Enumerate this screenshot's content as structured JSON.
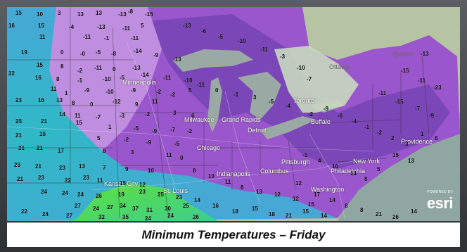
{
  "caption": "Minimum Temperatures – Friday",
  "logo": {
    "powered_by": "POWERED BY",
    "name": "esri"
  },
  "colors": {
    "water": "#8fa7a0",
    "canada_land": "#b9c7a6",
    "very_cold": "#7a4fb8",
    "cold": "#a35ad0",
    "cool": "#c893e6",
    "mild": "#2bc2c9",
    "warm": "#5fd63a",
    "lake": "#9aa9a3"
  },
  "cities": [
    {
      "name": "Ottawa"
    },
    {
      "name": "Toronto"
    },
    {
      "name": "Buffalo"
    },
    {
      "name": "Minneapolis"
    },
    {
      "name": "Milwaukee"
    },
    {
      "name": "Grand Rapids"
    },
    {
      "name": "Detroit"
    },
    {
      "name": "Chicago"
    },
    {
      "name": "Indianapolis"
    },
    {
      "name": "Columbus"
    },
    {
      "name": "Pittsburgh"
    },
    {
      "name": "New York"
    },
    {
      "name": "Philadelphia"
    },
    {
      "name": "Washington"
    },
    {
      "name": "Kansas City"
    },
    {
      "name": "St. Louis"
    },
    {
      "name": "Providence"
    },
    {
      "name": "Quebec"
    }
  ],
  "temps": [
    {
      "v": "15"
    },
    {
      "v": "10"
    },
    {
      "v": "3"
    },
    {
      "v": "13"
    },
    {
      "v": "13"
    },
    {
      "v": "-13"
    },
    {
      "v": "-8"
    },
    {
      "v": "-15"
    },
    {
      "v": "16"
    },
    {
      "v": "15"
    },
    {
      "v": "-4"
    },
    {
      "v": "-13"
    },
    {
      "v": "-11"
    },
    {
      "v": "5"
    },
    {
      "v": "11"
    },
    {
      "v": "-11"
    },
    {
      "v": "-1"
    },
    {
      "v": "-11"
    },
    {
      "v": "19"
    },
    {
      "v": "0"
    },
    {
      "v": "-0"
    },
    {
      "v": "-5"
    },
    {
      "v": "-8"
    },
    {
      "v": "-14"
    },
    {
      "v": "-9"
    },
    {
      "v": "-13"
    },
    {
      "v": "15"
    },
    {
      "v": "8"
    },
    {
      "v": "-2"
    },
    {
      "v": "-11"
    },
    {
      "v": "0"
    },
    {
      "v": "-13"
    },
    {
      "v": "22"
    },
    {
      "v": "16"
    },
    {
      "v": "8"
    },
    {
      "v": "-1"
    },
    {
      "v": "-10"
    },
    {
      "v": "-5"
    },
    {
      "v": "-14"
    },
    {
      "v": "-11"
    },
    {
      "v": "-10"
    },
    {
      "v": "11"
    },
    {
      "v": "1"
    },
    {
      "v": "-9"
    },
    {
      "v": "-10"
    },
    {
      "v": "-9"
    },
    {
      "v": "-2"
    },
    {
      "v": "-2"
    },
    {
      "v": "5"
    },
    {
      "v": "23"
    },
    {
      "v": "16"
    },
    {
      "v": "13"
    },
    {
      "v": "8"
    },
    {
      "v": "0"
    },
    {
      "v": "-12"
    },
    {
      "v": "9"
    },
    {
      "v": "11"
    },
    {
      "v": "14"
    },
    {
      "v": "11"
    },
    {
      "v": "-7"
    },
    {
      "v": "-3"
    },
    {
      "v": "-2"
    },
    {
      "v": "3"
    },
    {
      "v": "6"
    },
    {
      "v": "25"
    },
    {
      "v": "21"
    },
    {
      "v": "15"
    },
    {
      "v": "1"
    },
    {
      "v": "-5"
    },
    {
      "v": "-9"
    },
    {
      "v": "-7"
    },
    {
      "v": "-2"
    },
    {
      "v": "21"
    },
    {
      "v": "15"
    },
    {
      "v": "5"
    },
    {
      "v": "-2"
    },
    {
      "v": "-9"
    },
    {
      "v": "-5"
    },
    {
      "v": "21"
    },
    {
      "v": "21"
    },
    {
      "v": "17"
    },
    {
      "v": "8"
    },
    {
      "v": "3"
    },
    {
      "v": "11"
    },
    {
      "v": "0"
    },
    {
      "v": "23"
    },
    {
      "v": "21"
    },
    {
      "v": "23"
    },
    {
      "v": "13"
    },
    {
      "v": "7"
    },
    {
      "v": "9"
    },
    {
      "v": "10"
    },
    {
      "v": "21"
    },
    {
      "v": "23"
    },
    {
      "v": "22"
    },
    {
      "v": "23"
    },
    {
      "v": "11"
    },
    {
      "v": "15"
    },
    {
      "v": "12"
    },
    {
      "v": "24"
    },
    {
      "v": "24"
    },
    {
      "v": "24"
    },
    {
      "v": "26"
    },
    {
      "v": "19"
    },
    {
      "v": "23"
    },
    {
      "v": "25"
    },
    {
      "v": "23"
    },
    {
      "v": "27"
    },
    {
      "v": "24"
    },
    {
      "v": "27"
    },
    {
      "v": "34"
    },
    {
      "v": "37"
    },
    {
      "v": "31"
    },
    {
      "v": "30"
    },
    {
      "v": "25"
    },
    {
      "v": "22"
    },
    {
      "v": "24"
    },
    {
      "v": "27"
    },
    {
      "v": "32"
    },
    {
      "v": "35"
    },
    {
      "v": "24"
    },
    {
      "v": "24"
    },
    {
      "v": "26"
    },
    {
      "v": "-13"
    },
    {
      "v": "-6"
    },
    {
      "v": "-5"
    },
    {
      "v": "-10"
    },
    {
      "v": "-11"
    },
    {
      "v": "-3"
    },
    {
      "v": "-10"
    },
    {
      "v": "-7"
    },
    {
      "v": "-11"
    },
    {
      "v": "0"
    },
    {
      "v": "-1"
    },
    {
      "v": "3"
    },
    {
      "v": "-5"
    },
    {
      "v": "-4"
    },
    {
      "v": "-2"
    },
    {
      "v": "-9"
    },
    {
      "v": "8"
    },
    {
      "v": "10"
    },
    {
      "v": "11"
    },
    {
      "v": "8"
    },
    {
      "v": "13"
    },
    {
      "v": "12"
    },
    {
      "v": "12"
    },
    {
      "v": "15"
    },
    {
      "v": "14"
    },
    {
      "v": "16"
    },
    {
      "v": "18"
    },
    {
      "v": "15"
    },
    {
      "v": "18"
    },
    {
      "v": "21"
    },
    {
      "v": "15"
    },
    {
      "v": "14"
    },
    {
      "v": "-13"
    },
    {
      "v": "-15"
    },
    {
      "v": "-11"
    },
    {
      "v": "-23"
    },
    {
      "v": "-11"
    },
    {
      "v": "-15"
    },
    {
      "v": "-7"
    },
    {
      "v": "-9"
    },
    {
      "v": "-6"
    },
    {
      "v": "-4"
    },
    {
      "v": "-1"
    },
    {
      "v": "-2"
    },
    {
      "v": "2"
    },
    {
      "v": "3"
    },
    {
      "v": "1"
    },
    {
      "v": "6"
    },
    {
      "v": "-1"
    },
    {
      "v": "4"
    },
    {
      "v": "10"
    },
    {
      "v": "14"
    },
    {
      "v": "8"
    },
    {
      "v": "5"
    },
    {
      "v": "15"
    },
    {
      "v": "13"
    },
    {
      "v": "12"
    },
    {
      "v": "17"
    },
    {
      "v": "14"
    },
    {
      "v": "8"
    },
    {
      "v": "8"
    },
    {
      "v": "21"
    },
    {
      "v": "26"
    },
    {
      "v": "14"
    }
  ]
}
